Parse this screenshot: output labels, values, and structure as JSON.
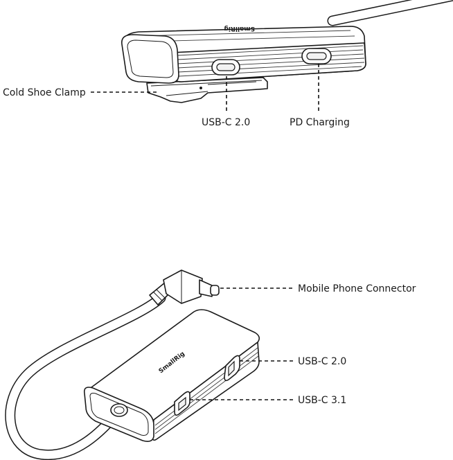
{
  "top_view": {
    "brand_logo": "SmallRig",
    "labels": {
      "cold_shoe_clamp": "Cold Shoe Clamp",
      "usb_c_20": "USB-C 2.0",
      "pd_charging": "PD Charging"
    }
  },
  "bottom_view": {
    "brand_logo": "SmallRig",
    "labels": {
      "mobile_phone_connector": "Mobile Phone Connector",
      "usb_c_20": "USB-C 2.0",
      "usb_c_31": "USB-C 3.1"
    }
  }
}
